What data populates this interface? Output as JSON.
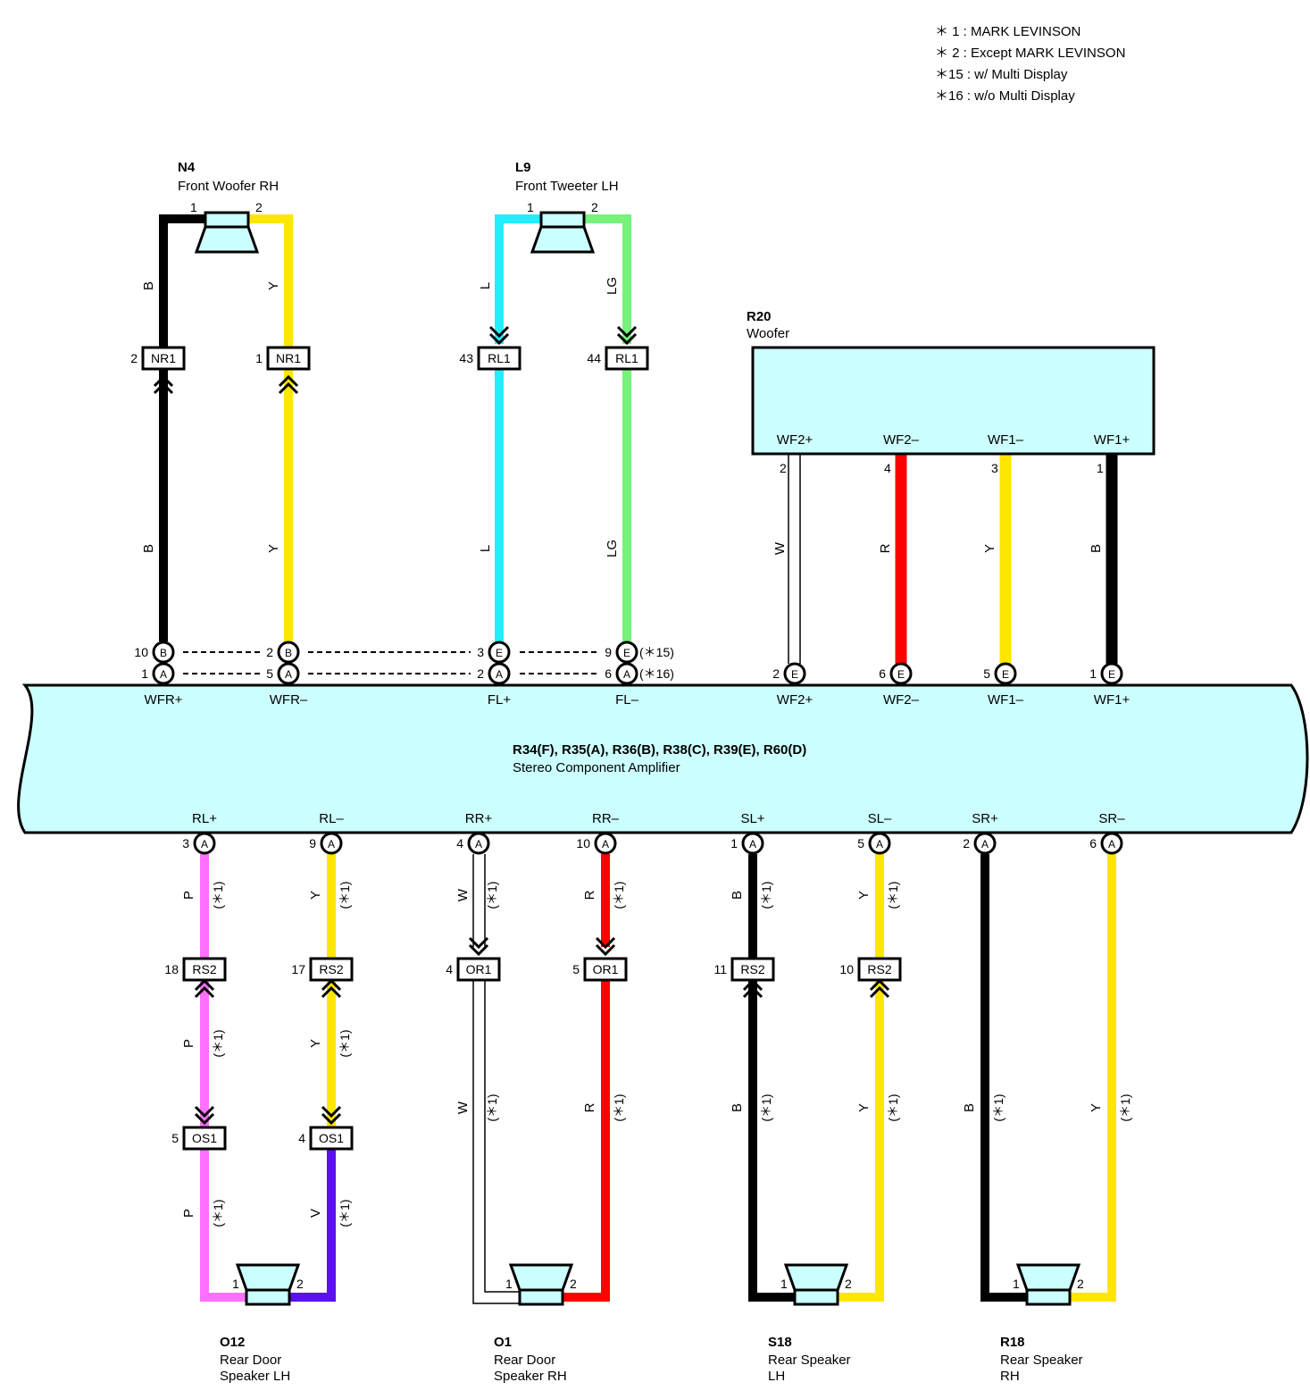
{
  "notes": [
    "＊ 1 : MARK LEVINSON",
    "＊ 2 : Except MARK LEVINSON",
    "＊15 : w/ Multi Display",
    "＊16 : w/o Multi Display"
  ],
  "amplifier": {
    "ids": "R34(F), R35(A), R36(B), R38(C), R39(E), R60(D)",
    "name": "Stereo Component Amplifier",
    "top_terminals": [
      "WFR+",
      "WFR–",
      "FL+",
      "FL–",
      "WF2+",
      "WF2–",
      "WF1–",
      "WF1+"
    ],
    "bottom_terminals": [
      "RL+",
      "RL–",
      "RR+",
      "RR–",
      "SL+",
      "SL–",
      "SR+",
      "SR–"
    ]
  },
  "woofer_box": {
    "id": "R20",
    "name": "Woofer",
    "terminals": [
      "WF2+",
      "WF2–",
      "WF1–",
      "WF1+"
    ],
    "pins": [
      "2",
      "4",
      "3",
      "1"
    ]
  },
  "top_speakers": [
    {
      "id": "N4",
      "name": "Front Woofer RH",
      "pin1": "1",
      "pin2": "2"
    },
    {
      "id": "L9",
      "name": "Front Tweeter LH",
      "pin1": "1",
      "pin2": "2"
    }
  ],
  "bottom_speakers": [
    {
      "id": "O12",
      "line1": "Rear Door",
      "line2": "Speaker LH",
      "pin1": "1",
      "pin2": "2"
    },
    {
      "id": "O1",
      "line1": "Rear Door",
      "line2": "Speaker RH",
      "pin1": "1",
      "pin2": "2"
    },
    {
      "id": "S18",
      "line1": "Rear Speaker",
      "line2": "LH",
      "pin1": "1",
      "pin2": "2"
    },
    {
      "id": "R18",
      "line1": "Rear Speaker",
      "line2": "RH",
      "pin1": "1",
      "pin2": "2"
    }
  ],
  "front_wires": [
    {
      "upper_color": "B",
      "lower_color": "B",
      "junction_label": "NR1",
      "junction_pin": "2",
      "amp_pins": [
        {
          "pin": "10",
          "conn": "B"
        },
        {
          "pin": "1",
          "conn": "A"
        }
      ],
      "hex": "#000000"
    },
    {
      "upper_color": "Y",
      "lower_color": "Y",
      "junction_label": "NR1",
      "junction_pin": "1",
      "amp_pins": [
        {
          "pin": "2",
          "conn": "B"
        },
        {
          "pin": "5",
          "conn": "A"
        }
      ],
      "hex": "#ffe600"
    },
    {
      "upper_color": "L",
      "lower_color": "L",
      "junction_label": "RL1",
      "junction_pin": "43",
      "amp_pins": [
        {
          "pin": "3",
          "conn": "E"
        },
        {
          "pin": "2",
          "conn": "A"
        }
      ],
      "hex": "#22eeff"
    },
    {
      "upper_color": "LG",
      "lower_color": "LG",
      "junction_label": "RL1",
      "junction_pin": "44",
      "amp_pins": [
        {
          "pin": "9",
          "conn": "E"
        },
        {
          "pin": "6",
          "conn": "A"
        }
      ],
      "hex": "#77f27a"
    }
  ],
  "variant_notes": [
    "(＊15)",
    "(＊16)"
  ],
  "woofer_wires": [
    {
      "color": "W",
      "amp_pin": "2",
      "conn": "E",
      "hex": "#ffffff"
    },
    {
      "color": "R",
      "amp_pin": "6",
      "conn": "E",
      "hex": "#ff0000"
    },
    {
      "color": "Y",
      "amp_pin": "5",
      "conn": "E",
      "hex": "#ffe600"
    },
    {
      "color": "B",
      "amp_pin": "1",
      "conn": "E",
      "hex": "#000000"
    }
  ],
  "rear_wires": [
    {
      "amp_pin": "3",
      "conn": "A",
      "seg1_color": "P",
      "j1_pin": "18",
      "j1_label": "RS2",
      "seg2_color": "P",
      "j2_pin": "5",
      "j2_label": "OS1",
      "seg3_color": "P",
      "note": "(＊1)",
      "hex": "#ff70ff",
      "hex_low": "#ff70ff"
    },
    {
      "amp_pin": "9",
      "conn": "A",
      "seg1_color": "Y",
      "j1_pin": "17",
      "j1_label": "RS2",
      "seg2_color": "Y",
      "j2_pin": "4",
      "j2_label": "OS1",
      "seg3_color": "V",
      "note": "(＊1)",
      "hex": "#ffe600",
      "hex_low": "#5a10f0"
    },
    {
      "amp_pin": "4",
      "conn": "A",
      "seg1_color": "W",
      "j1_pin": "4",
      "j1_label": "OR1",
      "seg2_color": "W",
      "note": "(＊1)",
      "hex": "#ffffff"
    },
    {
      "amp_pin": "10",
      "conn": "A",
      "seg1_color": "R",
      "j1_pin": "5",
      "j1_label": "OR1",
      "seg2_color": "R",
      "note": "(＊1)",
      "hex": "#ff0000"
    },
    {
      "amp_pin": "1",
      "conn": "A",
      "seg1_color": "B",
      "j1_pin": "11",
      "j1_label": "RS2",
      "seg2_color": "B",
      "note": "(＊1)",
      "hex": "#000000"
    },
    {
      "amp_pin": "5",
      "conn": "A",
      "seg1_color": "Y",
      "j1_pin": "10",
      "j1_label": "RS2",
      "seg2_color": "Y",
      "note": "(＊1)",
      "hex": "#ffe600"
    },
    {
      "amp_pin": "2",
      "conn": "A",
      "seg1_color": "B",
      "note": "(＊1)",
      "hex": "#000000"
    },
    {
      "amp_pin": "6",
      "conn": "A",
      "seg1_color": "Y",
      "note": "(＊1)",
      "hex": "#ffe600"
    }
  ],
  "body_fill": "#ccffff"
}
